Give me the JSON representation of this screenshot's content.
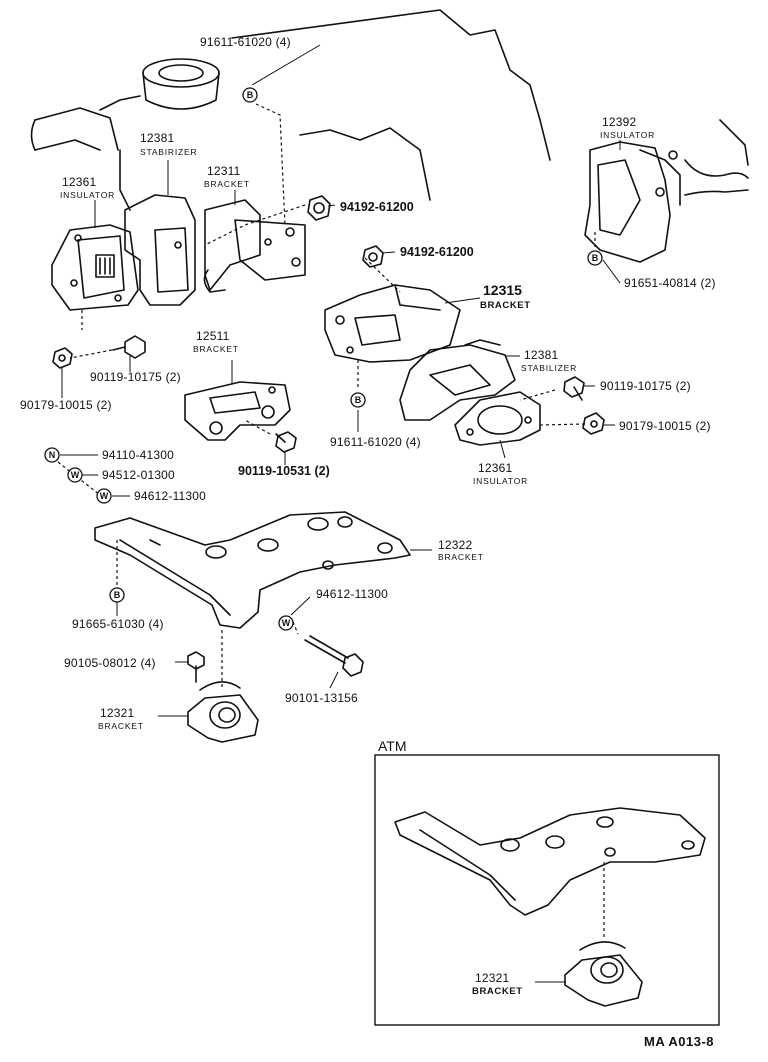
{
  "labels": {
    "bolt_top": "91611-61020 (4)",
    "stabilizer_left_pn": "12381",
    "stabilizer_left_name": "STABIRIZER",
    "insulator_left_pn": "12361",
    "insulator_left_name": "INSULATOR",
    "bracket_12311_pn": "12311",
    "bracket_12311_name": "BRACKET",
    "nut_top": "94192-61200",
    "insulator_right_pn": "12392",
    "insulator_right_name": "INSULATOR",
    "bolt_right": "91651-40814 (2)",
    "nut_mid": "94192-61200",
    "bracket_12315_pn": "12315",
    "bracket_12315_name": "BRACKET",
    "stabilizer_mid_pn": "12381",
    "stabilizer_mid_name": "STABILIZER",
    "bolt_mid_right": "90119-10175 (2)",
    "washer_mid_right": "90179-10015 (2)",
    "bolt_mid": "91611-61020 (4)",
    "insulator_mid_pn": "12361",
    "insulator_mid_name": "INSULATOR",
    "bracket_12511_pn": "12511",
    "bracket_12511_name": "BRACKET",
    "bolt_left": "90119-10175 (2)",
    "washer_left": "90179-10015 (2)",
    "bolt_12511": "90119-10531 (2)",
    "nut_n": "94110-41300",
    "washer_w1": "94512-01300",
    "washer_w2": "94612-11300",
    "bracket_12322_pn": "12322",
    "bracket_12322_name": "BRACKET",
    "washer_w3": "94612-11300",
    "bolt_crossmember": "91665-61030 (4)",
    "bolt_small": "90105-08012 (4)",
    "bolt_long": "90101-13156",
    "bracket_12321_pn": "12321",
    "bracket_12321_name": "BRACKET",
    "atm_title": "ATM",
    "atm_bracket_pn": "12321",
    "atm_bracket_name": "BRACKET",
    "diagram_ref": "MA  A013-8"
  },
  "callouts": {
    "b": "B",
    "n": "N",
    "w": "W"
  }
}
